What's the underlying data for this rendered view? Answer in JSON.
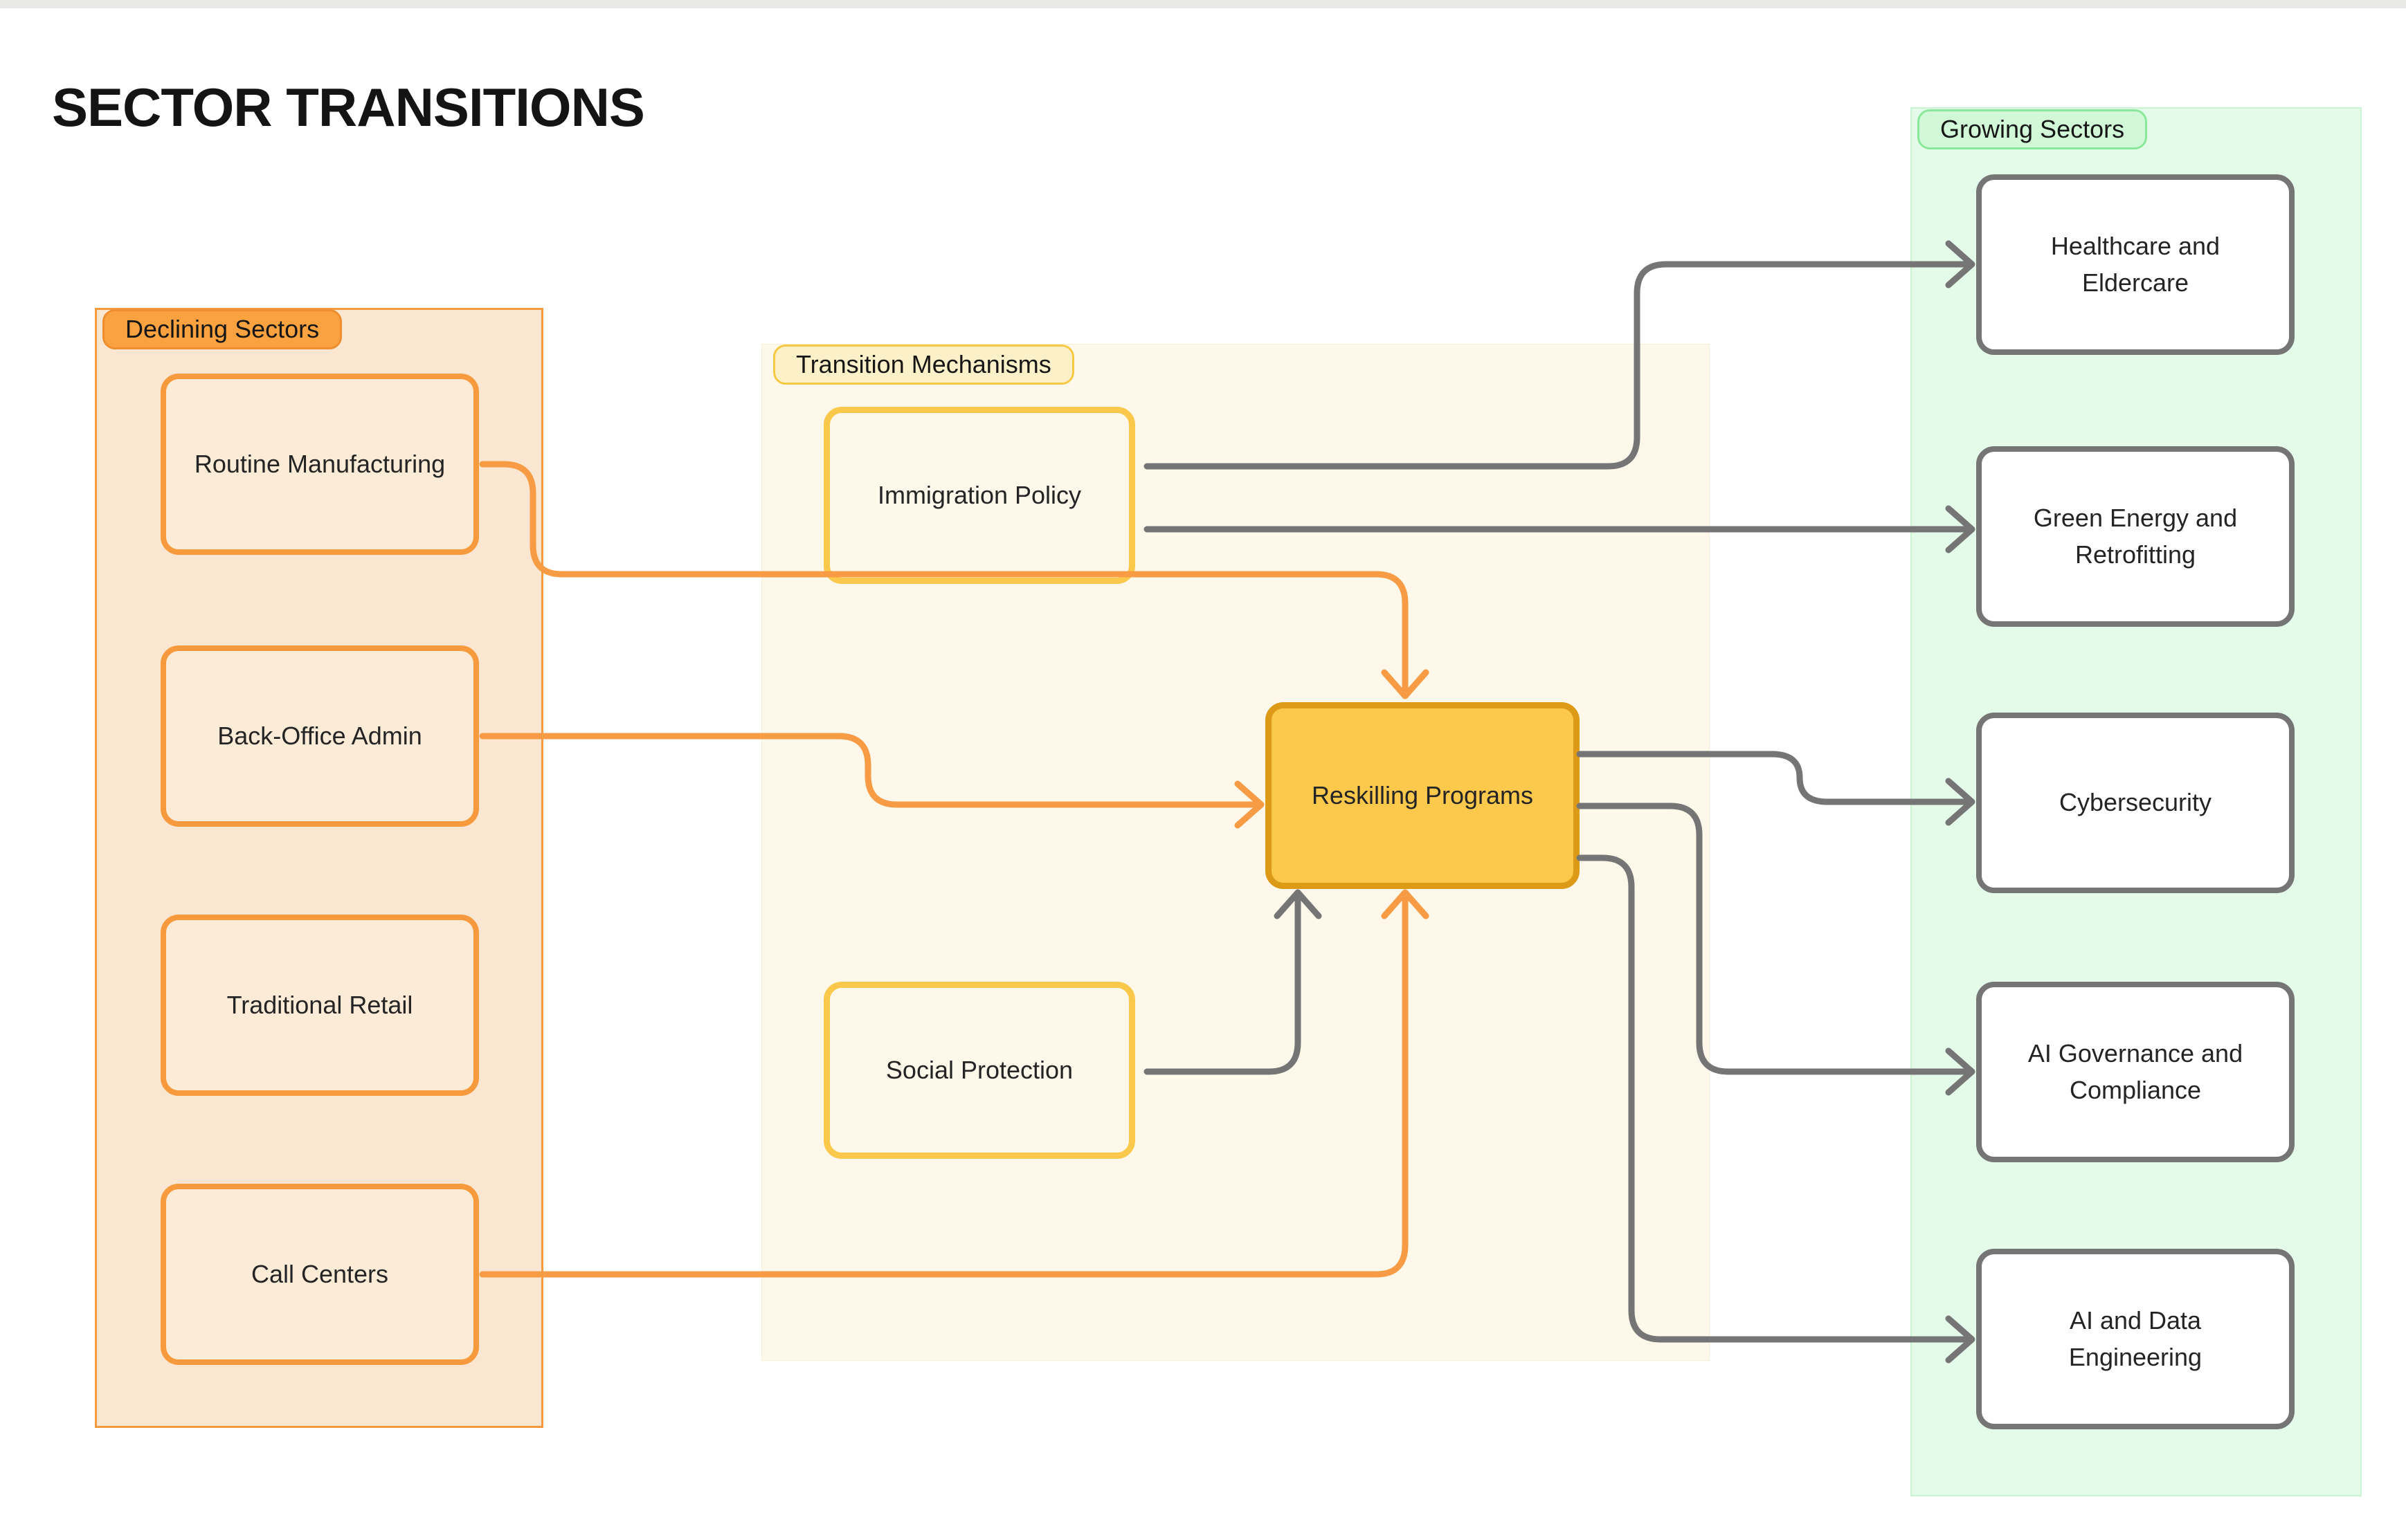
{
  "title": "SECTOR TRANSITIONS",
  "panels": {
    "declining": {
      "label": "Declining Sectors",
      "nodes": {
        "routine_manufacturing": "Routine Manufacturing",
        "back_office_admin": "Back-Office Admin",
        "traditional_retail": "Traditional Retail",
        "call_centers": "Call Centers"
      }
    },
    "transition": {
      "label": "Transition Mechanisms",
      "nodes": {
        "immigration_policy": "Immigration Policy",
        "social_protection": "Social Protection",
        "reskilling_programs": "Reskilling Programs"
      }
    },
    "growing": {
      "label": "Growing Sectors",
      "nodes": {
        "healthcare_eldercare": "Healthcare and Eldercare",
        "green_energy": "Green Energy and Retrofitting",
        "cybersecurity": "Cybersecurity",
        "ai_governance": "AI Governance and Compliance",
        "ai_data_engineering": "AI and Data Engineering"
      }
    }
  },
  "edges": [
    {
      "from": "Routine Manufacturing",
      "to": "Reskilling Programs",
      "color": "orange"
    },
    {
      "from": "Back-Office Admin",
      "to": "Reskilling Programs",
      "color": "orange"
    },
    {
      "from": "Call Centers",
      "to": "Reskilling Programs",
      "color": "orange"
    },
    {
      "from": "Immigration Policy",
      "to": "Healthcare and Eldercare",
      "color": "gray"
    },
    {
      "from": "Immigration Policy",
      "to": "Green Energy and Retrofitting",
      "color": "gray"
    },
    {
      "from": "Social Protection",
      "to": "Reskilling Programs",
      "color": "gray"
    },
    {
      "from": "Reskilling Programs",
      "to": "Cybersecurity",
      "color": "gray"
    },
    {
      "from": "Reskilling Programs",
      "to": "AI Governance and Compliance",
      "color": "gray"
    },
    {
      "from": "Reskilling Programs",
      "to": "AI and Data Engineering",
      "color": "gray"
    }
  ],
  "colors": {
    "orange_edge": "#f89b45",
    "gray_edge": "#757575",
    "declining_panel_fill": "#fbe7d1",
    "declining_pill_fill": "#f9a23f",
    "declining_node_border": "#f79a3d",
    "transition_panel_fill": "#fdf8e9",
    "transition_pill_fill": "#fbf0c8",
    "mechanism_node_border": "#fac84b",
    "reskilling_fill": "#fcc94d",
    "reskilling_border": "#dc9a16",
    "growing_panel_fill": "#e5fbea",
    "growing_pill_fill": "#d2f9d7",
    "growing_node_border": "#757575"
  }
}
